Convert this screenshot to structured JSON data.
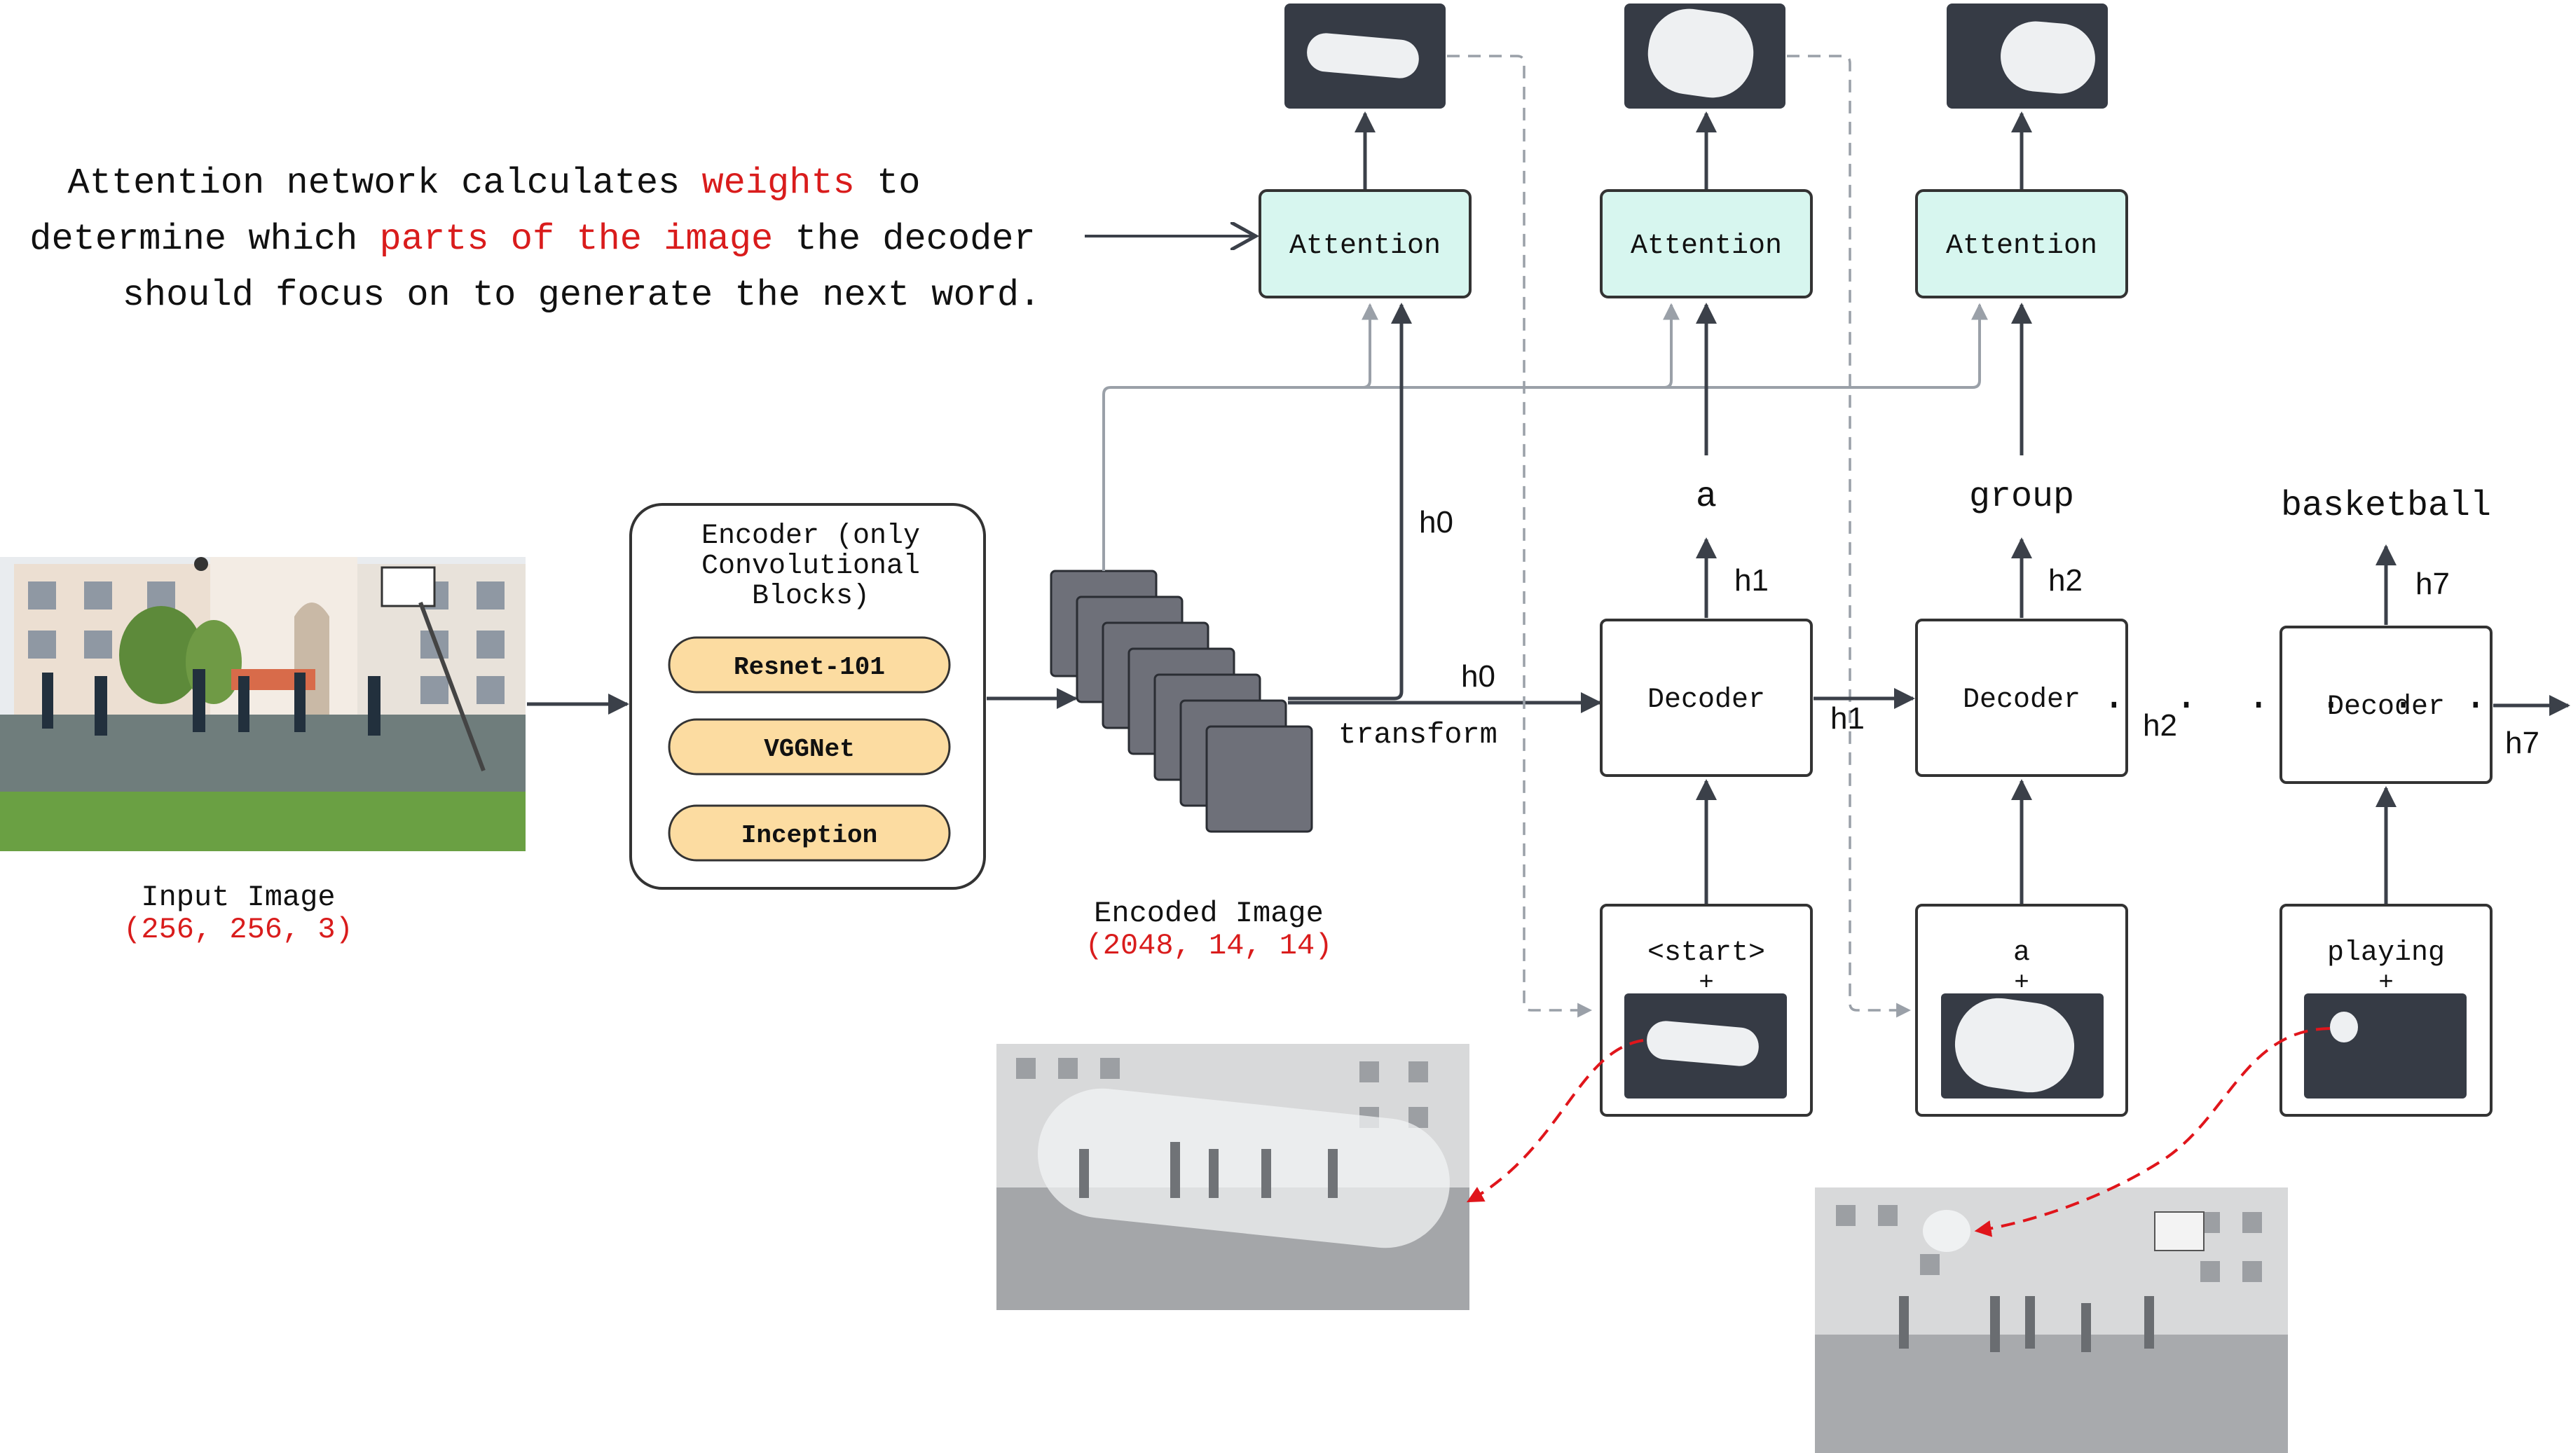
{
  "caption": {
    "line1": {
      "before": "Attention network calculates ",
      "highlight": "weights",
      "after": " to"
    },
    "line2": {
      "before": "determine which ",
      "highlight": "parts of the image",
      "after": " the decoder"
    },
    "line3": "should focus on to generate the next word."
  },
  "input_image": {
    "label": "Input Image",
    "shape": "(256, 256, 3)"
  },
  "encoder": {
    "title_lines": [
      "Encoder (only",
      "Convolutional",
      "Blocks)"
    ],
    "blocks": [
      "Resnet-101",
      "VGGNet",
      "Inception"
    ]
  },
  "encoded_image": {
    "label": "Encoded Image",
    "shape": "(2048, 14, 14)"
  },
  "attention_label": "Attention",
  "decoder_label": "Decoder",
  "transform_label": "transform",
  "hidden": {
    "h0": "h0",
    "h1": "h1",
    "h2": "h2",
    "h7": "h7"
  },
  "words": {
    "w1": "a",
    "w2": "group",
    "w3": "basketball"
  },
  "inputs": {
    "in1": "<start>",
    "in2": "a",
    "in3": "playing",
    "plus": "+"
  },
  "ellipsis": ". . . . . .",
  "colors": {
    "attention_fill": "#d7f6ef",
    "encoder_block_fill": "#fcdca1",
    "dark_panel": "#363b45",
    "arrow": "#3b4049",
    "feedback_gray": "#9aa0a8",
    "highlight_red": "#d91c1c"
  }
}
